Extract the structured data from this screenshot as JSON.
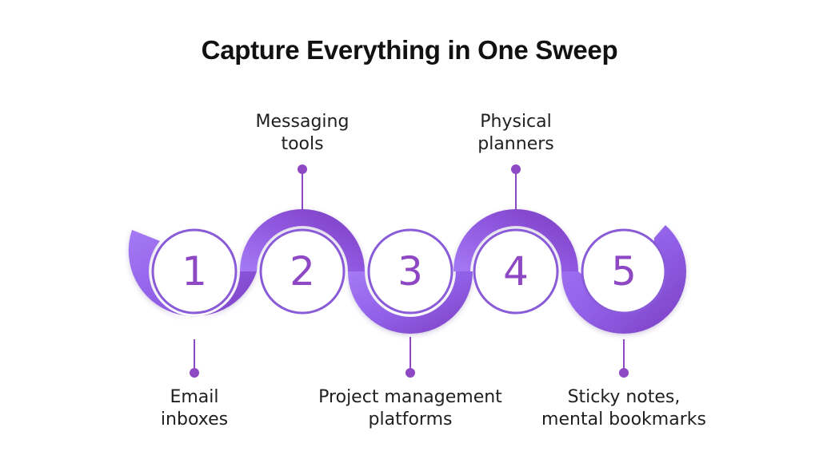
{
  "title": "Capture Everything in One Sweep",
  "colors": {
    "band_light": "#9C6BF2",
    "band_dark": "#7E3FC2",
    "accent": "#8E48C4",
    "circle_border": "#8A5BD8",
    "text": "#1f1f1f"
  },
  "steps": [
    {
      "number": "1",
      "label_lines": [
        "Email",
        "inboxes"
      ],
      "position": "bottom"
    },
    {
      "number": "2",
      "label_lines": [
        "Messaging",
        "tools"
      ],
      "position": "top"
    },
    {
      "number": "3",
      "label_lines": [
        "Project management",
        "platforms"
      ],
      "position": "bottom"
    },
    {
      "number": "4",
      "label_lines": [
        "Physical",
        "planners"
      ],
      "position": "top"
    },
    {
      "number": "5",
      "label_lines": [
        "Sticky notes,",
        "mental bookmarks"
      ],
      "position": "bottom"
    }
  ]
}
